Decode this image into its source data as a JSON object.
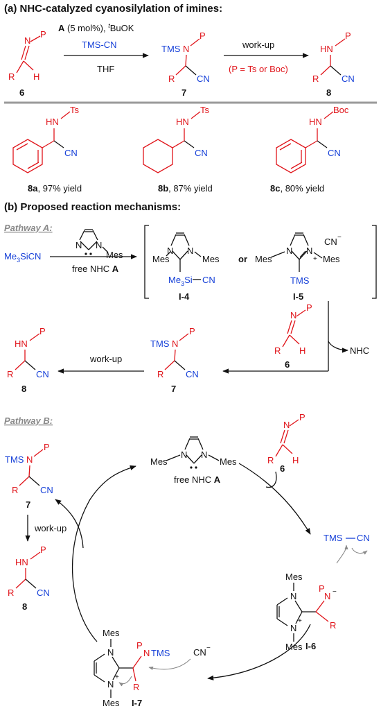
{
  "section_a_title": "(a) NHC-catalyzed cyanosilylation of imines:",
  "section_b_title": "(b) Proposed reaction mechanisms:",
  "scheme_a": {
    "catalyst_label": "A",
    "catalyst_loading": " (5 mol%), ",
    "base_super": "t",
    "base": "BuOK",
    "reagent": "TMS-CN",
    "solvent": "THF",
    "workup": "work-up",
    "p_note": "(P = Ts or Boc)",
    "cmpd6": "6",
    "cmpd7": "7",
    "cmpd8": "8"
  },
  "products": [
    {
      "id": "8a",
      "text": ", 97% yield",
      "pg": "Ts"
    },
    {
      "id": "8b",
      "text": ", 87% yield",
      "pg": "Ts"
    },
    {
      "id": "8c",
      "text": ", 80% yield",
      "pg": "Boc"
    }
  ],
  "pathway_a": {
    "label": "Pathway A:",
    "reagent": "Me3SiCN",
    "free_nhc": "free NHC ",
    "catalyst": "A",
    "or": "or",
    "i4": "I-4",
    "i5": "I-5",
    "nhc": "NHC",
    "workup": "work-up",
    "cmpd6": "6",
    "cmpd7": "7",
    "cmpd8": "8"
  },
  "pathway_b": {
    "label": "Pathway B:",
    "free_nhc": "free NHC ",
    "catalyst": "A",
    "tmscn": "TMS",
    "cn": "CN",
    "workup": "work-up",
    "i6": "I-6",
    "i7": "I-7",
    "cmpd6": "6",
    "cmpd7": "7",
    "cmpd8": "8"
  },
  "atoms": {
    "N": "N",
    "P": "P",
    "R": "R",
    "H": "H",
    "CN": "CN",
    "HN": "HN",
    "TMS": "TMS",
    "Mes": "Mes",
    "Si": "Si",
    "NTMS": "NTMS"
  }
}
